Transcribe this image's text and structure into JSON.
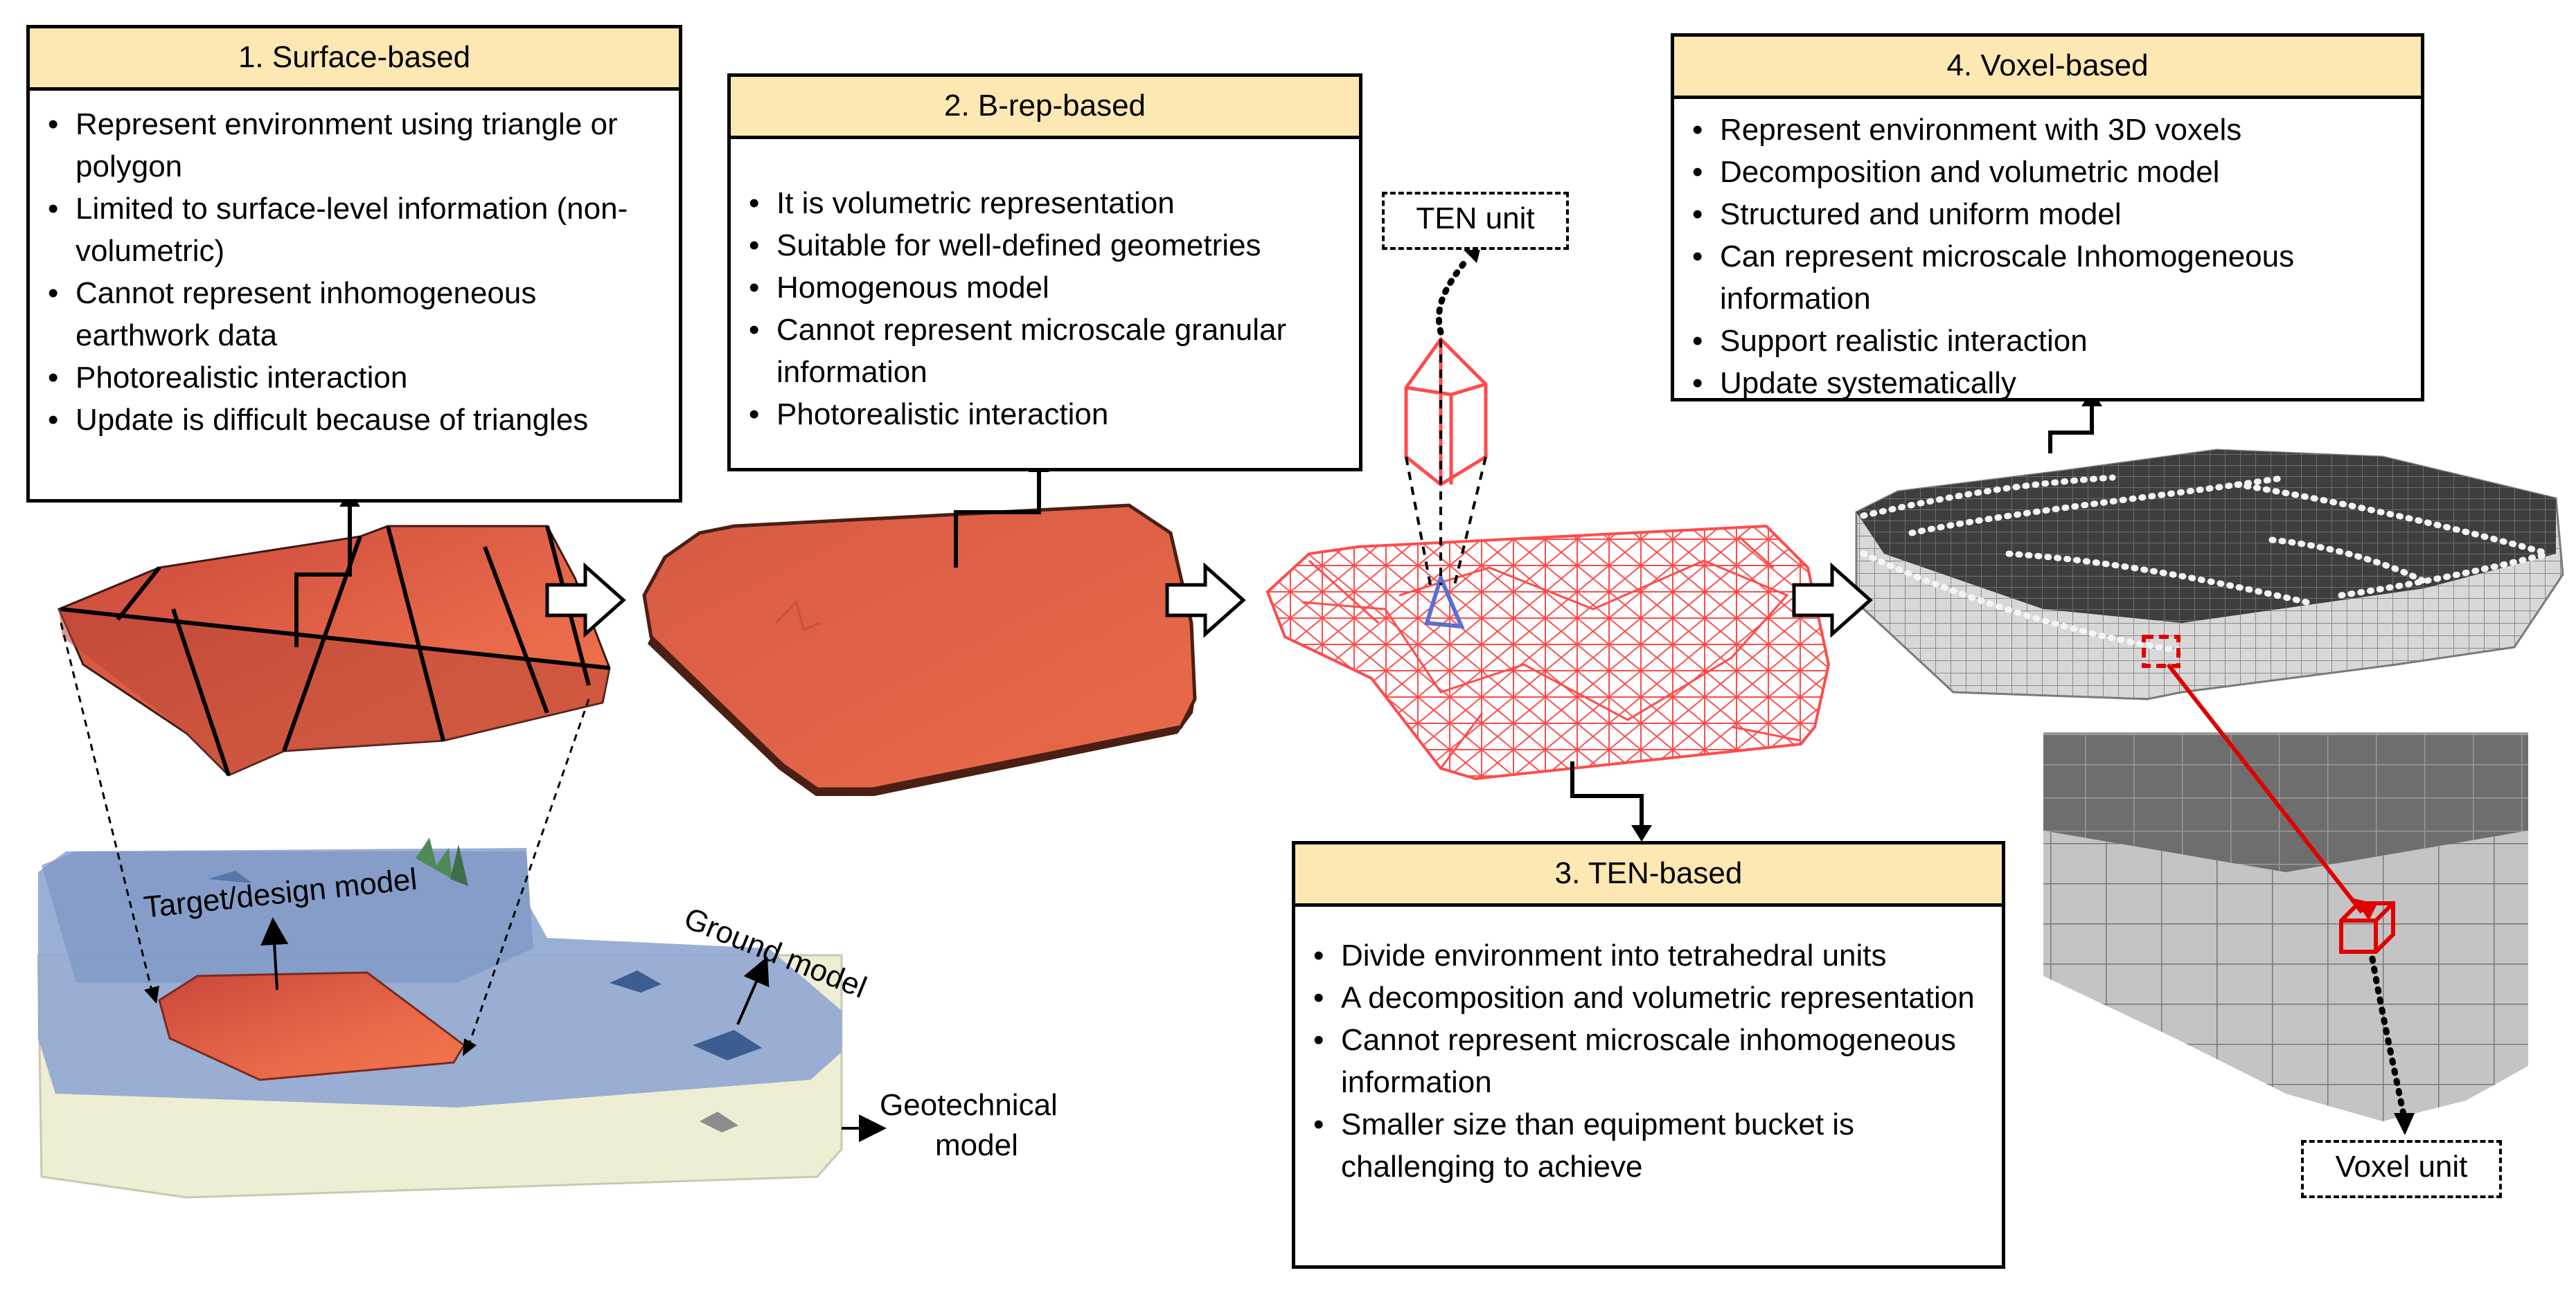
{
  "panels": {
    "surface": {
      "title": "1. Surface-based",
      "bullets": [
        "Represent environment using triangle or polygon",
        "Limited to surface-level information (non-volumetric)",
        "Cannot represent inhomogeneous earthwork data",
        "Photorealistic interaction",
        "Update is difficult because of triangles"
      ]
    },
    "brep": {
      "title": "2. B-rep-based",
      "bullets": [
        "It is volumetric representation",
        "Suitable for well-defined geometries",
        "Homogenous model",
        "Cannot represent microscale granular information",
        "Photorealistic interaction"
      ]
    },
    "ten": {
      "title": "3. TEN-based",
      "bullets": [
        "Divide environment into tetrahedral units",
        "A decomposition and volumetric representation",
        "Cannot represent microscale inhomogeneous information",
        "Smaller size than equipment bucket is challenging to achieve"
      ]
    },
    "voxel": {
      "title": "4. Voxel-based",
      "bullets": [
        "Represent environment with 3D voxels",
        "Decomposition and volumetric model",
        "Structured and uniform model",
        "Can represent microscale Inhomogeneous information",
        "Support realistic interaction",
        "Update systematically"
      ]
    }
  },
  "units": {
    "ten_unit": "TEN unit",
    "voxel_unit": "Voxel unit"
  },
  "site_labels": {
    "target": "Target/design model",
    "ground": "Ground model",
    "geotech_line1": "Geotechnical",
    "geotech_line2": "model"
  },
  "colors": {
    "header_fill": "#fde7b2",
    "surface_orange": "#e8684a",
    "ten_mesh_red": "#ff4b4b",
    "ground_blue": "#8fa6d2",
    "geotech_beige": "#eeeed5",
    "voxel_dark": "#3c3c3c",
    "voxel_light": "#bdbdbd",
    "highlight_red": "#e00000"
  }
}
